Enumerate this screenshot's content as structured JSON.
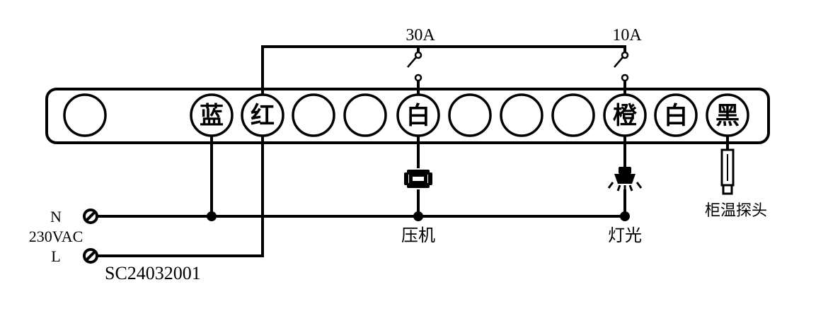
{
  "terminal_labels": [
    "",
    "",
    "蓝",
    "红",
    "",
    "",
    "白",
    "",
    "",
    "",
    "橙",
    "白",
    "黑"
  ],
  "ratings": {
    "compressor_relay": "30A",
    "light_relay": "10A"
  },
  "power": {
    "neutral": "N",
    "voltage": "230VAC",
    "live": "L"
  },
  "loads": {
    "compressor": "压机",
    "light": "灯光",
    "probe": "柜温探头"
  },
  "model": "SC24032001",
  "colors": {
    "line": "#000000",
    "background": "#ffffff"
  }
}
